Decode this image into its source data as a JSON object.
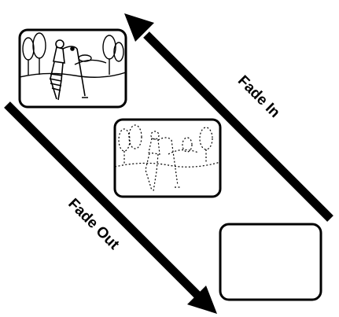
{
  "labels": {
    "fade_in": "Fade In",
    "fade_out": "Fade Out"
  },
  "frames": [
    {
      "name": "frame-full-scene",
      "depicts": "golfer swinging with trees and clouds",
      "opacity": 1.0
    },
    {
      "name": "frame-faded-scene",
      "depicts": "golfer scene partially faded (dotted)",
      "opacity": 0.5
    },
    {
      "name": "frame-blank",
      "depicts": "empty frame",
      "opacity": 0.0
    }
  ],
  "colors": {
    "ink": "#000000",
    "background": "#ffffff"
  }
}
